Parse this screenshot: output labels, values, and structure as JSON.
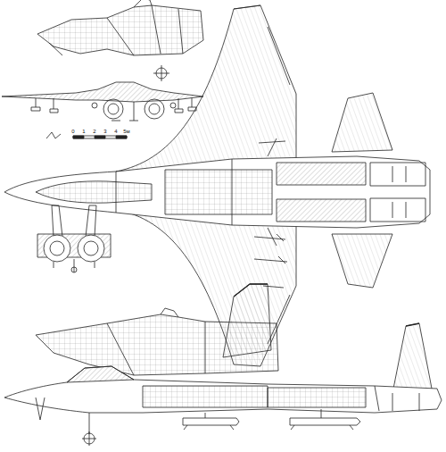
{
  "diagram": {
    "labels": [
      "0",
      "1",
      "2",
      "3",
      "4",
      "5м"
    ]
  }
}
